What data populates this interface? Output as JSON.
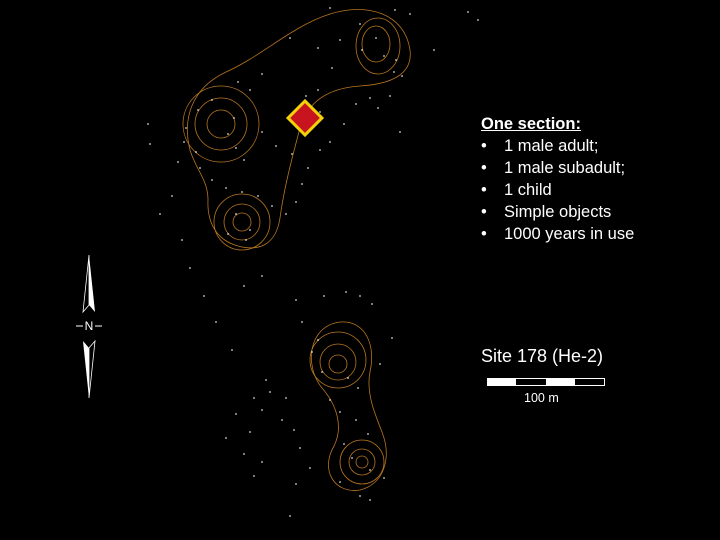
{
  "info": {
    "heading": "One section:",
    "bullet": "•",
    "items": [
      "1 male adult;",
      "1 male subadult;",
      "1 child",
      "Simple objects",
      "1000 years in use"
    ]
  },
  "site_title": "Site 178 (He-2)",
  "scale": {
    "label": "100 m"
  },
  "north_arrow": {
    "label": "N"
  },
  "colors": {
    "background": "#000000",
    "contour": "#b8761f",
    "marker_fill": "#c8141e",
    "marker_outline": "#f2d20a",
    "text": "#ffffff"
  },
  "icons": {
    "north": "north-arrow-icon",
    "marker": "burial-location-marker"
  }
}
